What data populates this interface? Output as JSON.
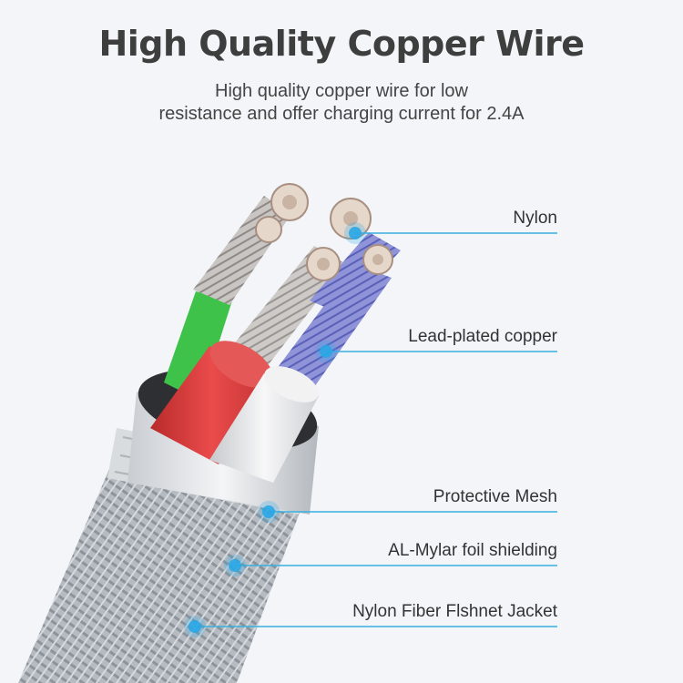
{
  "title": "High Quality Copper Wire",
  "subtitle": {
    "line1": "High quality copper wire for low",
    "line2": "resistance and offer charging current for 2.4A"
  },
  "callouts": [
    {
      "label": "Nylon"
    },
    {
      "label": "Lead-plated copper"
    },
    {
      "label": "Protective Mesh"
    },
    {
      "label": "AL-Mylar foil shielding"
    },
    {
      "label": "Nylon Fiber Flshnet Jacket"
    }
  ],
  "colors": {
    "background": "#f3f5f8",
    "callout_line": "#39b0e0",
    "callout_dot": "#2aa8e6",
    "wire_green": "#3fc24a",
    "wire_red": "#d63a3a",
    "wire_white": "#e8e8ea",
    "jacket": "#a8aeb5"
  }
}
